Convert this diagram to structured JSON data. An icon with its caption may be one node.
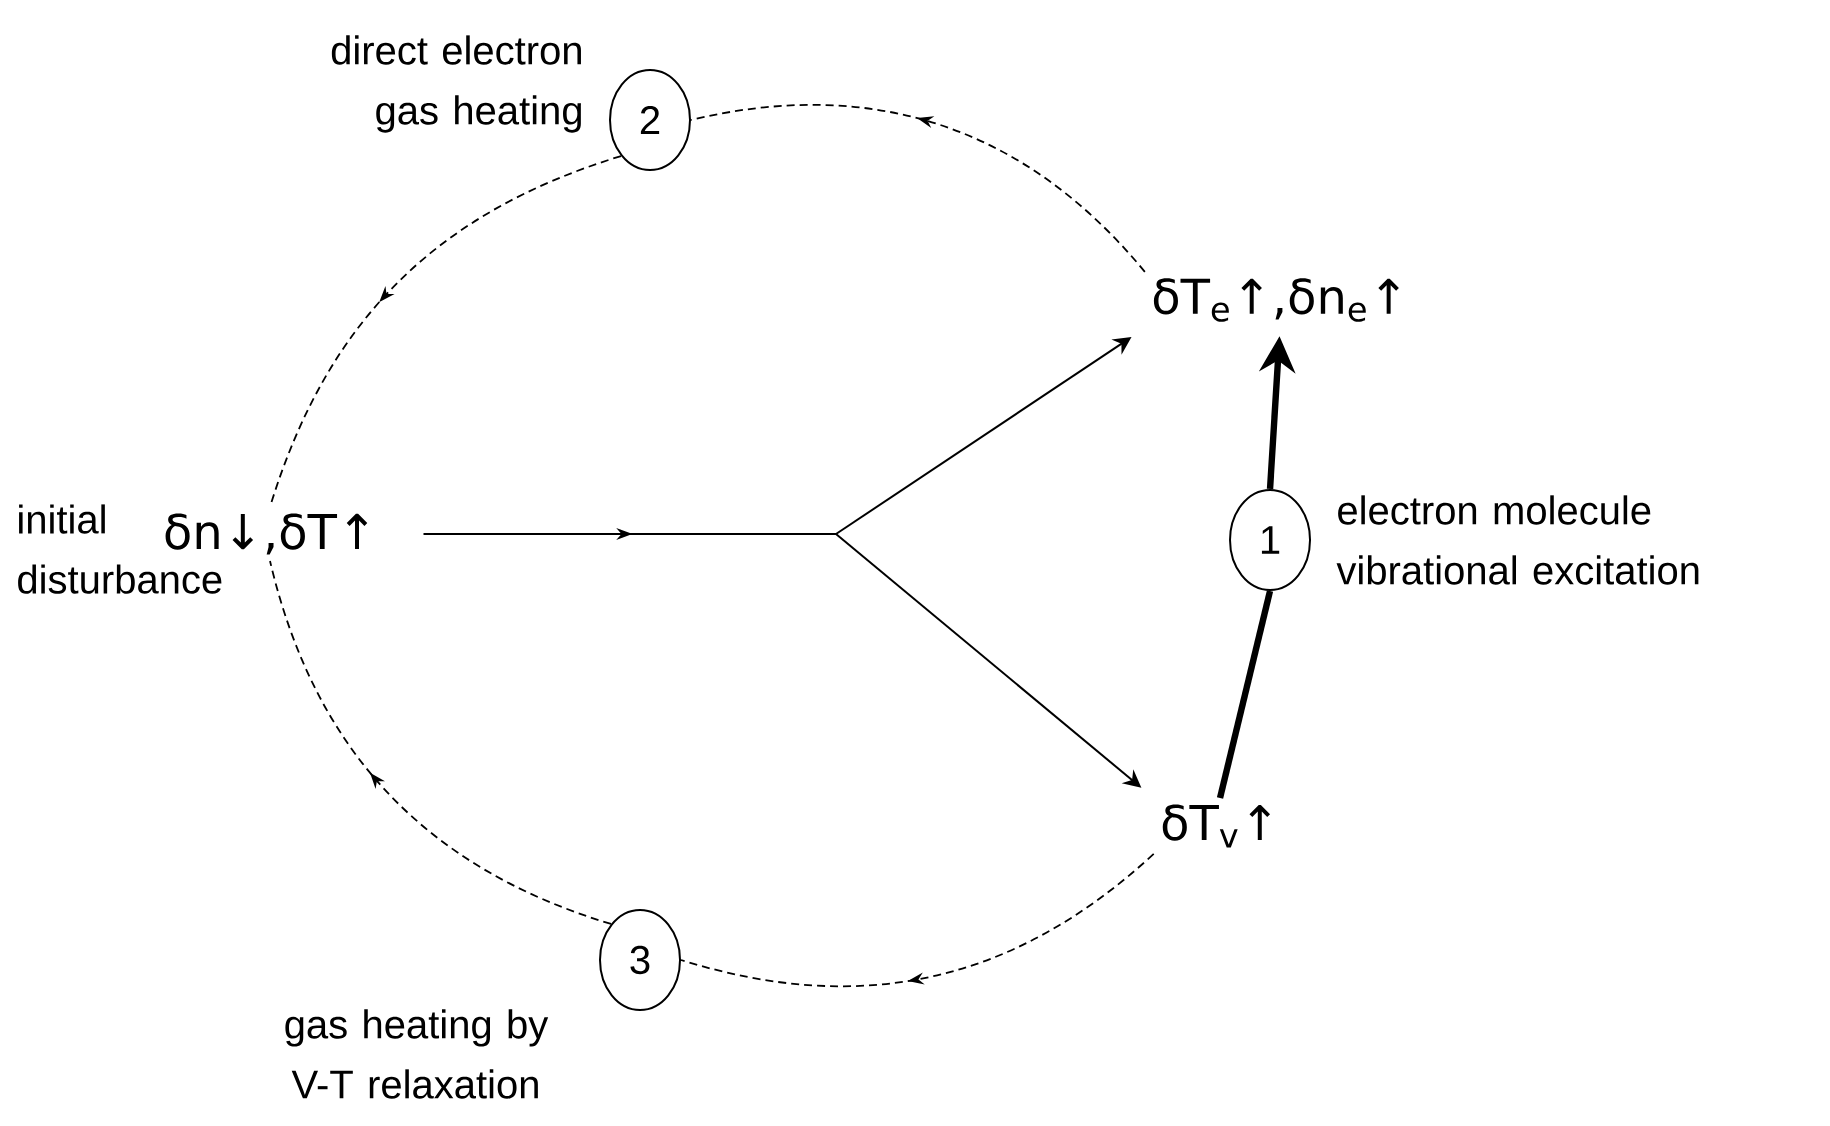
{
  "diagram": {
    "nodes": [
      {
        "text": [
          "δn↓,δT↑"
        ],
        "beside": [
          "initial disturbance"
        ]
      },
      {
        "text": [
          "δT$_{e}$↑,δn$_{e}$↑"
        ]
      },
      {
        "text": [
          "δT$_{v}$↑"
        ]
      },
      {
        "text": [
          "1"
        ],
        "beside": [
          "electron molecule vibrational excitation"
        ]
      },
      {
        "text": [
          "2"
        ],
        "beside": [
          "direct electron gas heating"
        ]
      },
      {
        "text": [
          "3"
        ],
        "beside": [
          "gas heating by V-T relaxation"
        ]
      }
    ],
    "edges": [
      {
        "from": 0,
        "to": 1,
        "arrow": "to"
      },
      {
        "from": 0,
        "to": 2,
        "arrow": "to"
      },
      {
        "from": 2,
        "to": 3,
        "arrow": "none",
        "style": "thick"
      },
      {
        "from": 3,
        "to": 1,
        "arrow": "to",
        "style": "thick"
      },
      {
        "from": 1,
        "to": 4,
        "arrow": "to",
        "style": "dashed"
      },
      {
        "from": 4,
        "to": 0,
        "arrow": "to",
        "style": "dashed"
      },
      {
        "from": 2,
        "to": 5,
        "arrow": "to",
        "style": "dashed"
      },
      {
        "from": 5,
        "to": 0,
        "arrow": "to",
        "style": "dashed"
      }
    ]
  }
}
